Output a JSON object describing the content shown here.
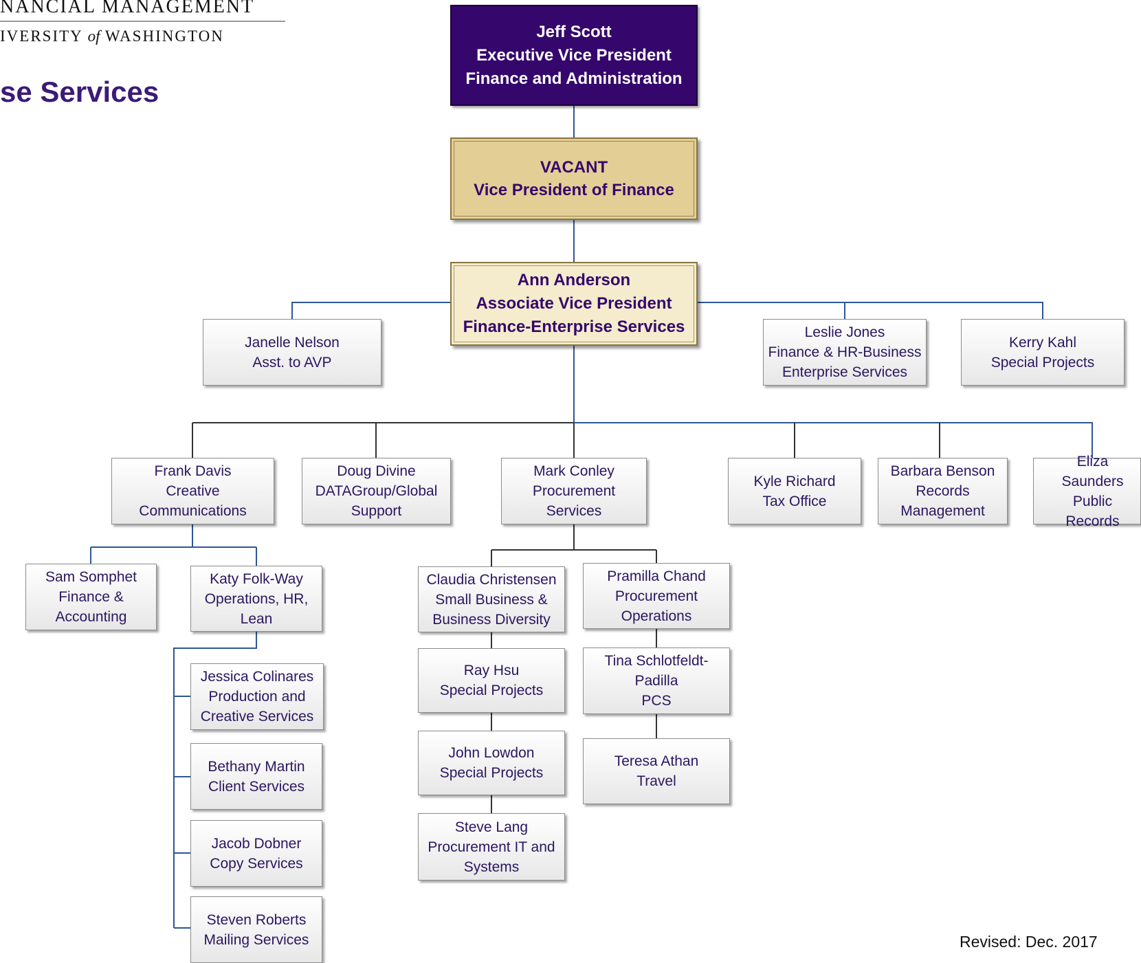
{
  "header": {
    "org_line1": "NANCIAL MANAGEMENT",
    "org_line2_pre": "IVERSITY ",
    "org_line2_of": "of",
    "org_line2_post": " WASHINGTON",
    "title": "se Services"
  },
  "colors": {
    "exec_fill": "#35076c",
    "vacant_fill": "#e3cf95",
    "avp_fill": "#f4eccd",
    "text_purple": "#2a1660",
    "connector_blue": "#2e5696",
    "connector_dark": "#333333"
  },
  "nodes": {
    "jeff": "Jeff Scott\nExecutive Vice President\nFinance and Administration",
    "vacant": "VACANT\nVice President of Finance",
    "ann": "Ann Anderson\nAssociate Vice President\nFinance-Enterprise Services",
    "janelle": "Janelle Nelson\nAsst. to AVP",
    "leslie": "Leslie Jones\nFinance & HR-Business\nEnterprise Services",
    "kerry": "Kerry Kahl\nSpecial Projects",
    "frank": "Frank Davis\nCreative\nCommunications",
    "doug": "Doug Divine\nDATAGroup/Global\nSupport",
    "mark": "Mark Conley\nProcurement\nServices",
    "kyle": "Kyle Richard\nTax Office",
    "barbara": "Barbara Benson\nRecords\nManagement",
    "eliza": "Eliza Saunders\nPublic Records",
    "sam": "Sam Somphet\nFinance &\nAccounting",
    "katy": "Katy Folk-Way\nOperations, HR,\nLean",
    "jessica": "Jessica Colinares\nProduction and\nCreative Services",
    "bethany": "Bethany Martin\nClient Services",
    "jacob": "Jacob Dobner\nCopy Services",
    "steven": "Steven Roberts\nMailing Services",
    "claudia": "Claudia Christensen\nSmall Business &\nBusiness Diversity",
    "ray": "Ray Hsu\nSpecial Projects",
    "john": "John Lowdon\nSpecial Projects",
    "steve": "Steve Lang\nProcurement IT and\nSystems",
    "pramilla": "Pramilla Chand\nProcurement\nOperations",
    "tina": "Tina Schlotfeldt-\nPadilla\nPCS",
    "teresa": "Teresa Athan\nTravel"
  },
  "footer": {
    "revised": "Revised: Dec. 2017"
  }
}
